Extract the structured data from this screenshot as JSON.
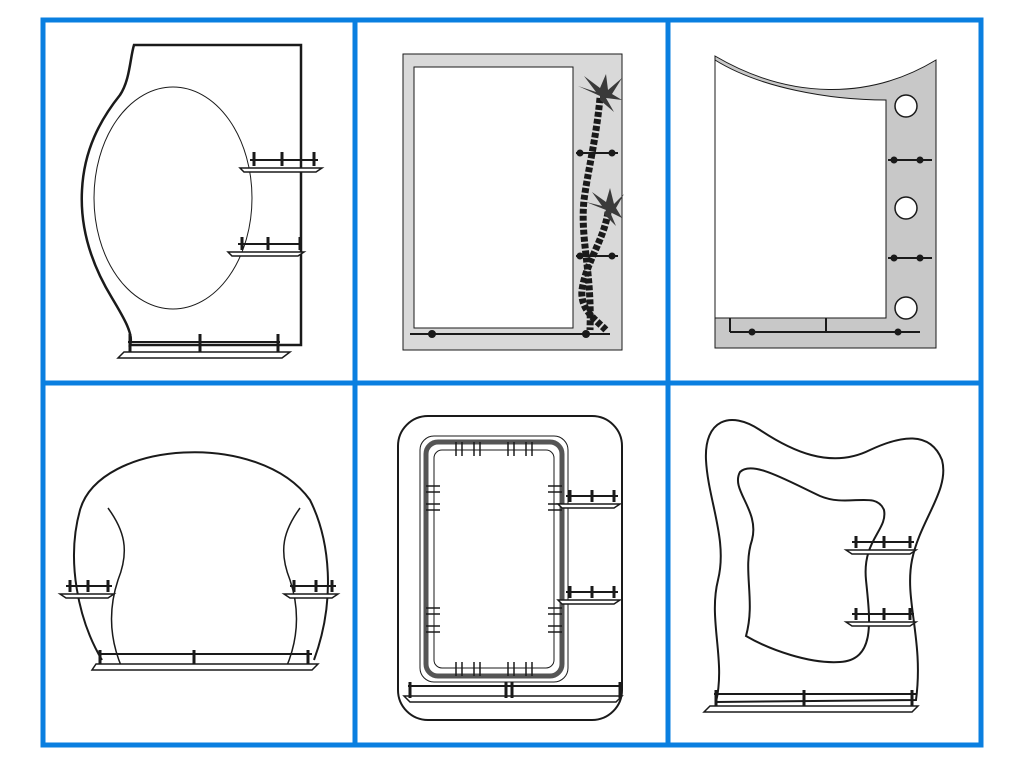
{
  "catalog": {
    "grid": {
      "columns": 3,
      "rows": 2
    },
    "colors": {
      "border": "#0A7FE0",
      "line": "#1a1a1a",
      "gray_fill": "#c8c8c8",
      "light_gray_fill": "#d9d9d9",
      "white": "#ffffff"
    },
    "items": [
      {
        "name": "mirror-asymmetric-oval",
        "shelves": 3
      },
      {
        "name": "mirror-palm-trees",
        "shelves": 3
      },
      {
        "name": "mirror-curved-top-lamps",
        "shelves": 3,
        "lamps": 3
      },
      {
        "name": "mirror-arch-round",
        "shelves": 3
      },
      {
        "name": "mirror-rounded-frame",
        "shelves": 3
      },
      {
        "name": "mirror-freeform-wave",
        "shelves": 3
      }
    ]
  }
}
